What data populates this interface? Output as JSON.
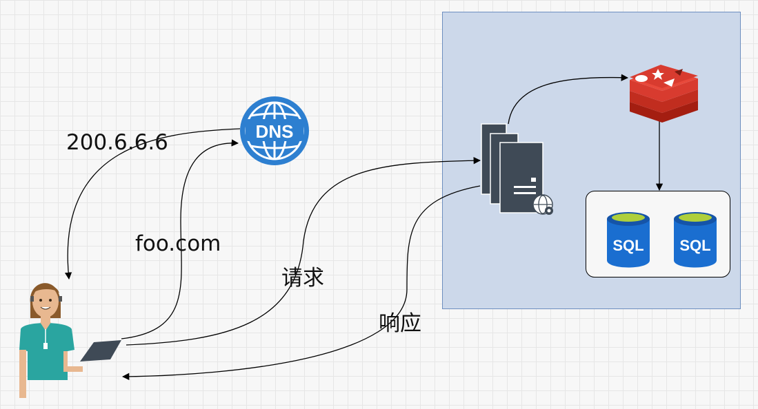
{
  "diagram": {
    "labels": {
      "dns_answer": "200.6.6.6",
      "dns_query": "foo.com",
      "request": "请求",
      "response": "响应"
    },
    "icons": {
      "dns": {
        "name": "dns-globe-icon",
        "text": "DNS",
        "color": "#2d7fd0"
      },
      "cache": {
        "name": "redis-cache-icon",
        "color": "#d83b2f"
      },
      "server": {
        "name": "web-server-icon",
        "color": "#3f4a56"
      },
      "db1": {
        "name": "sql-database-icon",
        "text": "SQL",
        "color": "#1a6ed0"
      },
      "db2": {
        "name": "sql-database-icon",
        "text": "SQL",
        "color": "#1a6ed0"
      },
      "user": {
        "name": "person-with-laptop-icon"
      }
    },
    "colors": {
      "panel_fill": "#ccd8ea",
      "panel_border": "#6c8ebf",
      "line": "#000000"
    }
  }
}
